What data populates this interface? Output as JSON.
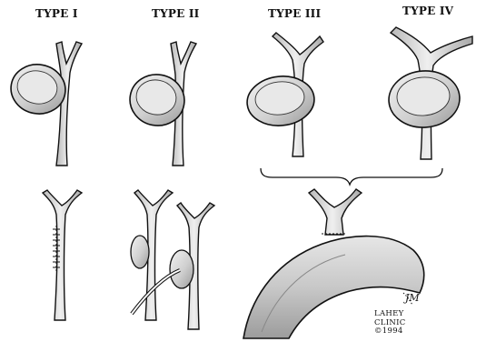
{
  "labels": {
    "type1": "TYPE I",
    "type2": "TYPE II",
    "type3": "TYPE III",
    "type4": "TYPE IV"
  },
  "credit": {
    "initials": "JM",
    "line1": "LAHEY",
    "line2": "CLINIC",
    "line3": "©1994"
  },
  "colors": {
    "ink": "#111111",
    "shade": "#cfcfcf",
    "background": "#ffffff"
  }
}
